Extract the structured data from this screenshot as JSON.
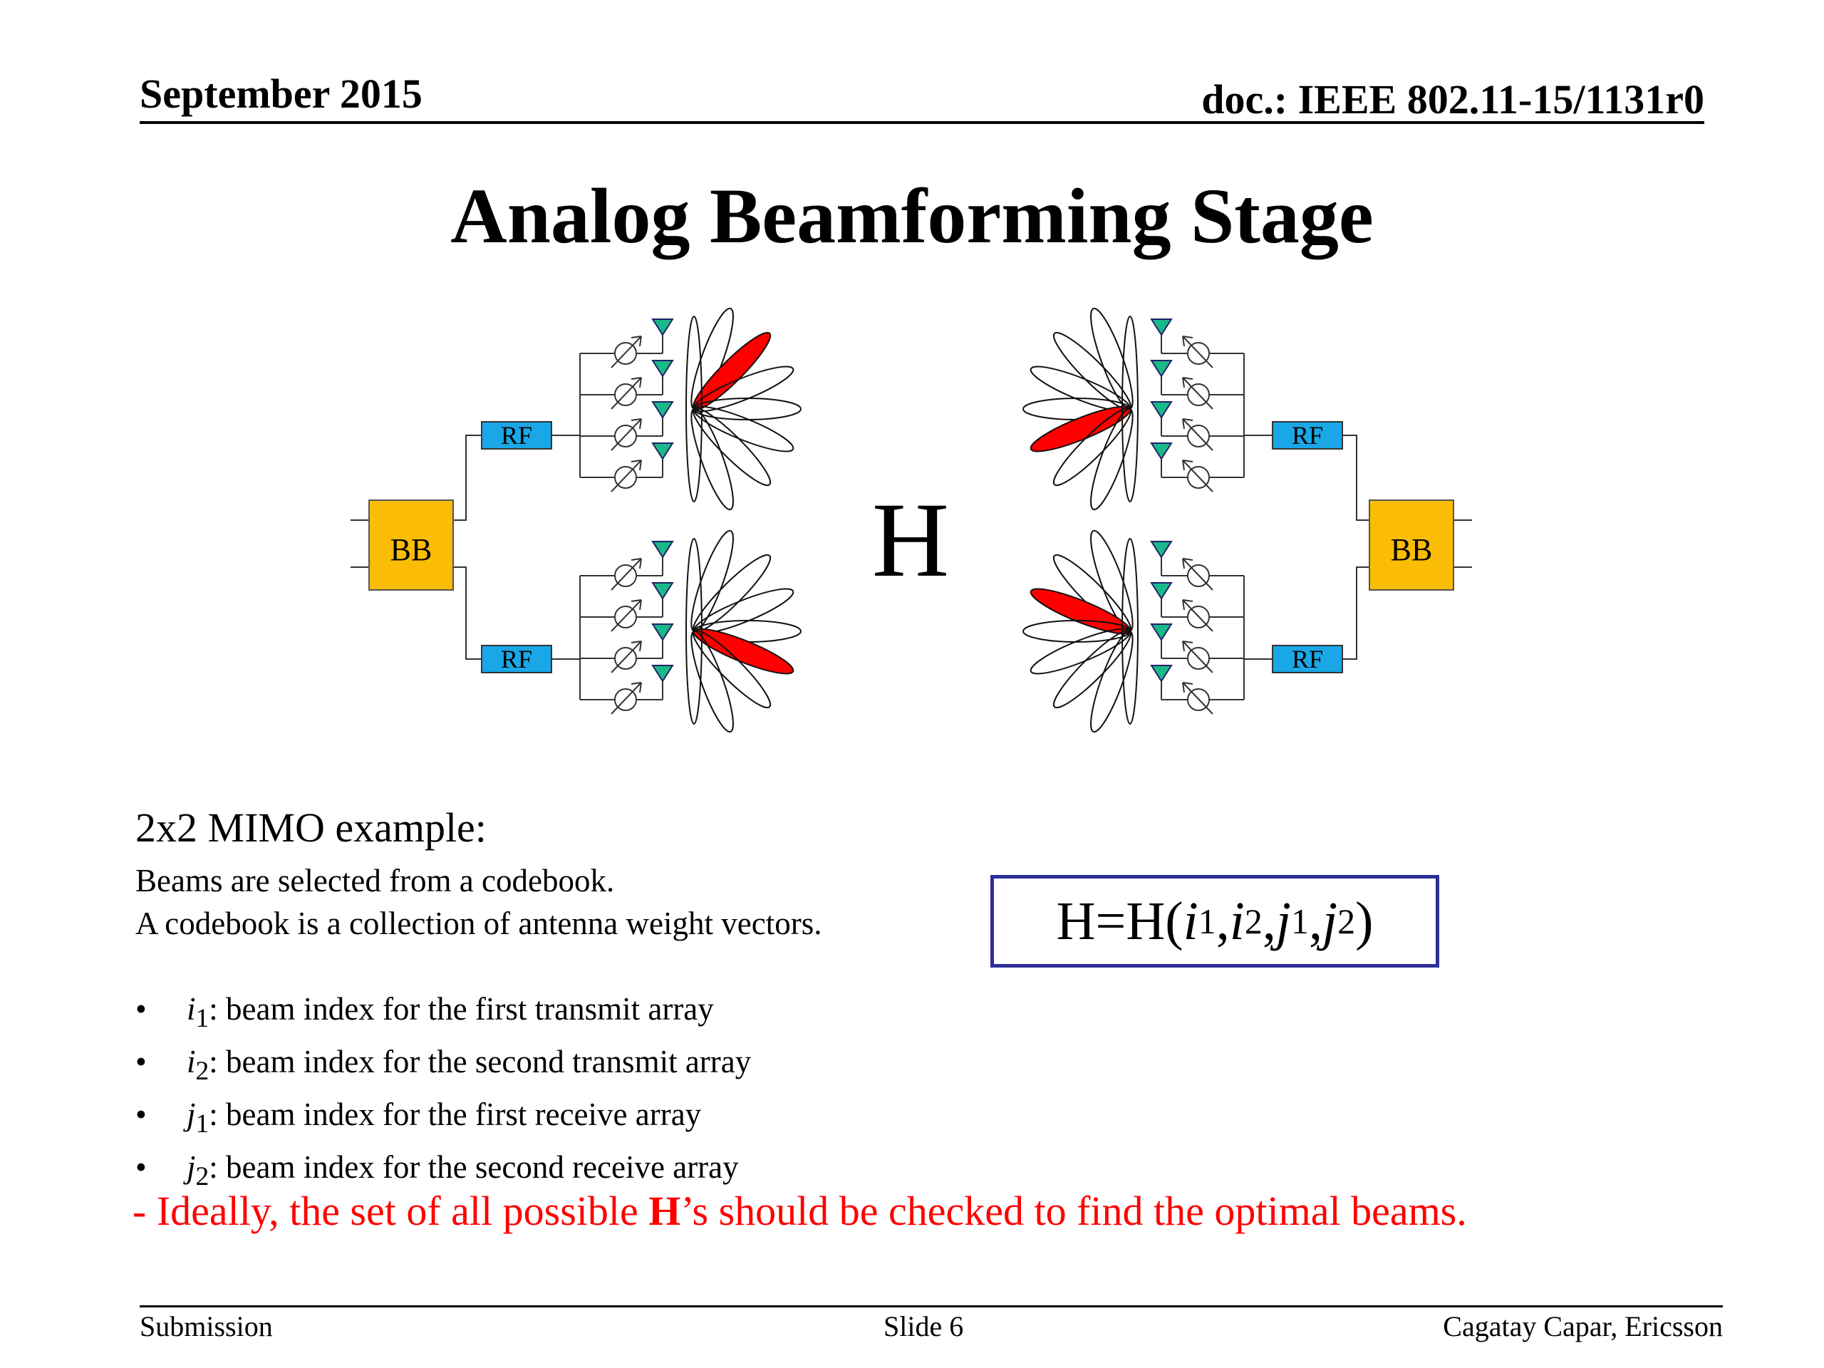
{
  "header": {
    "date": "September 2015",
    "doc": "doc.: IEEE 802.11-15/1131r0"
  },
  "title": "Analog Beamforming Stage",
  "diagram": {
    "channel_label": "H",
    "baseband_label": "BB",
    "rf_label": "RF",
    "colors": {
      "bb": "#fbbc04",
      "rf": "#1aa7e8",
      "antenna": "#19b98a",
      "active_beam": "#ff0000"
    }
  },
  "text": {
    "subheading": "2x2 MIMO example:",
    "line1": "Beams are selected from a codebook.",
    "line2": "A codebook is a collection of antenna weight vectors.",
    "bullets": [
      {
        "sym": "i",
        "sub": "1",
        "text": ": beam index for the first transmit array"
      },
      {
        "sym": "i",
        "sub": "2",
        "text": ": beam index for the second transmit array"
      },
      {
        "sym": "j",
        "sub": "1",
        "text": ": beam index for the first receive array"
      },
      {
        "sym": "j",
        "sub": "2",
        "text": ": beam index for the second receive array"
      }
    ],
    "bullet_char": "•"
  },
  "formula": {
    "prefix": "H=H(",
    "v1": "i",
    "s1": "1",
    "v2": "i",
    "s2": "2",
    "v3": "j",
    "s3": "1",
    "v4": "j",
    "s4": "2",
    "sep": ", ",
    "suffix": ")"
  },
  "note": {
    "pre": "- Ideally, the set of all possible ",
    "bold": "H",
    "post": "’s should be checked to find the optimal beams."
  },
  "footer": {
    "left": "Submission",
    "center": "Slide 6",
    "right": "Cagatay Capar, Ericsson"
  }
}
